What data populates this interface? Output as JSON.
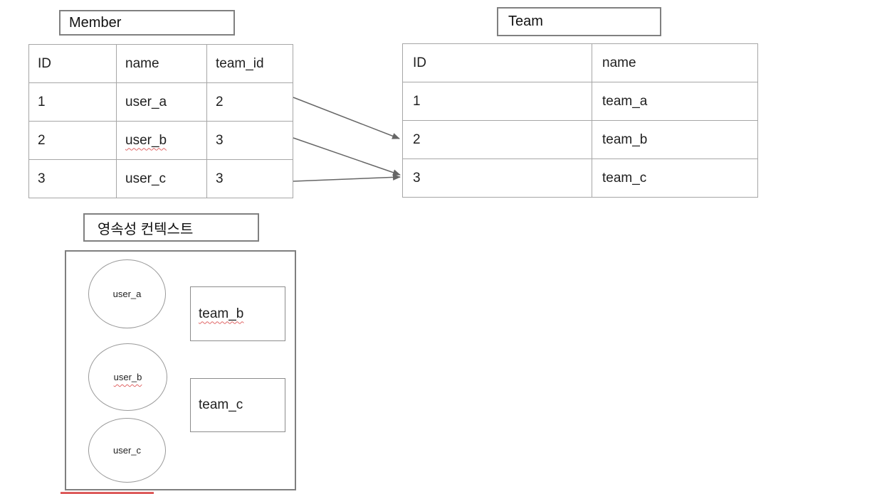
{
  "member_table": {
    "title": "Member",
    "headers": [
      "ID",
      "name",
      "team_id"
    ],
    "rows": [
      [
        "1",
        "user_a",
        "2"
      ],
      [
        "2",
        "user_b",
        "3"
      ],
      [
        "3",
        "user_c",
        "3"
      ]
    ]
  },
  "team_table": {
    "title": "Team",
    "headers": [
      "ID",
      "name"
    ],
    "rows": [
      [
        "1",
        "team_a"
      ],
      [
        "2",
        "team_b"
      ],
      [
        "3",
        "team_c"
      ]
    ]
  },
  "persistence_context": {
    "title": "영속성 컨텍스트",
    "member_entities": [
      "user_a",
      "user_b",
      "user_c"
    ],
    "team_entities": [
      "team_b",
      "team_c"
    ]
  },
  "relations": [
    {
      "from": "member row 1 (team_id 2)",
      "to": "team row id 2"
    },
    {
      "from": "member row 2 (team_id 3)",
      "to": "team row id 3"
    },
    {
      "from": "member row 3 (team_id 3)",
      "to": "team row id 3"
    }
  ],
  "colors": {
    "table_border": "#a6a6a6",
    "box_border": "#7f7f7f",
    "arrow": "#666666",
    "text": "#1f1f1f",
    "misspell_red": "#e06666",
    "bottom_strip_red": "#dd5c5c"
  }
}
